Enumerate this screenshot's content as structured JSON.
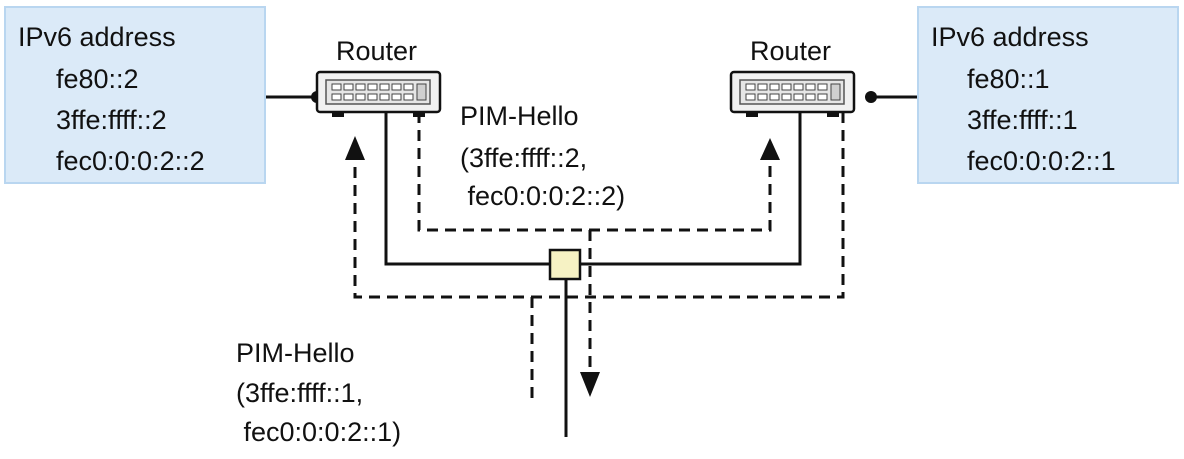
{
  "left_host": {
    "heading": "IPv6 address",
    "addresses": [
      "fe80::2",
      "3ffe:ffff::2",
      "fec0:0:0:2::2"
    ]
  },
  "right_host": {
    "heading": "IPv6 address",
    "addresses": [
      "fe80::1",
      "3ffe:ffff::1",
      "fec0:0:0:2::1"
    ]
  },
  "routers": {
    "left_label": "Router",
    "right_label": "Router"
  },
  "hello_from_left": {
    "title": "PIM-Hello",
    "line1": "(3ffe:ffff::2,",
    "line2": " fec0:0:0:2::2)"
  },
  "hello_from_right": {
    "title": "PIM-Hello",
    "line1": "(3ffe:ffff::1,",
    "line2": " fec0:0:0:2::1)"
  },
  "colors": {
    "address_box_fill": "#dbeaf8",
    "address_box_border": "#b9d6f0",
    "hub_fill": "#f6f2c4",
    "line": "#111111"
  }
}
